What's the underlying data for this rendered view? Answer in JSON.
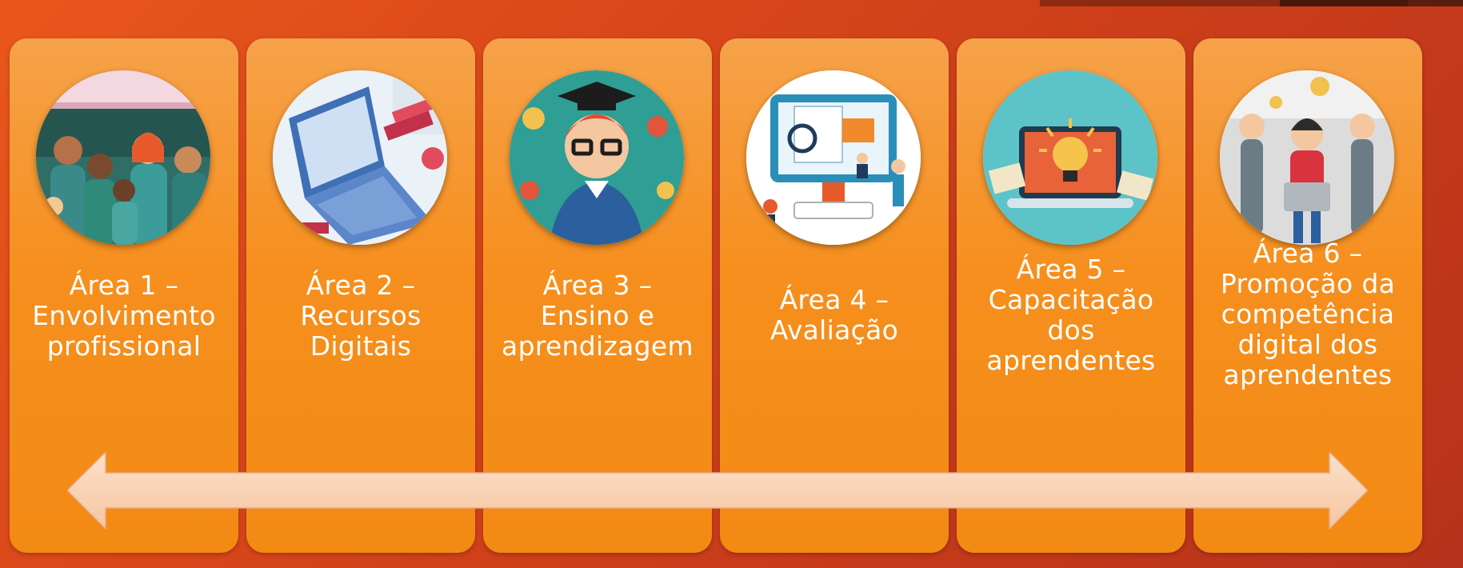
{
  "colors": {
    "background": "#d9461a",
    "card": "#f68f1e",
    "arrow": "#f8d2b4",
    "text": "#ffffff"
  },
  "areas": [
    {
      "lines": [
        "Área  1 –",
        "Envolvimento",
        "profissional"
      ],
      "icon": "teachers-group-icon"
    },
    {
      "lines": [
        "Área  2 –",
        "Recursos",
        "Digitais"
      ],
      "icon": "laptop-resources-icon"
    },
    {
      "lines": [
        "Área  3 –",
        "Ensino e",
        "aprendizagem"
      ],
      "icon": "graduate-student-icon"
    },
    {
      "lines": [
        "Área 4 –",
        "Avaliação"
      ],
      "icon": "computer-assessment-icon"
    },
    {
      "lines": [
        "Área 5 –",
        "Capacitação",
        "dos",
        "aprendentes"
      ],
      "icon": "lightbulb-laptop-icon"
    },
    {
      "lines": [
        "Área  6 –",
        "Promoção da",
        "competência",
        "digital dos",
        "aprendentes"
      ],
      "icon": "digital-learner-icon"
    }
  ],
  "arrow": {
    "icon": "double-headed-arrow-icon"
  }
}
